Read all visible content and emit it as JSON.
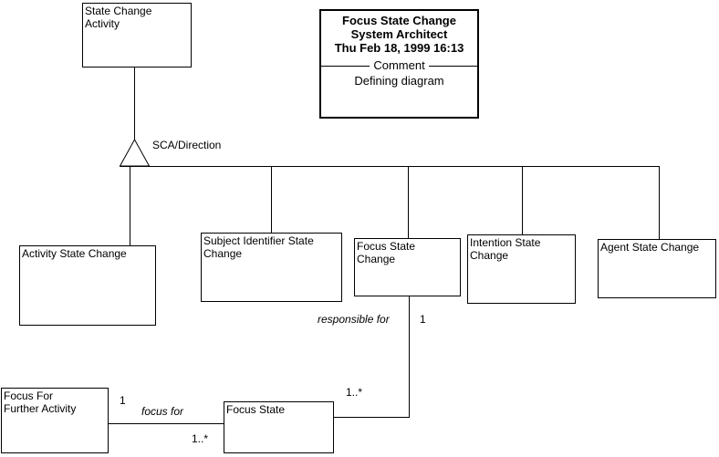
{
  "title_box": {
    "lines": [
      "Focus State Change",
      "System Architect",
      "Thu Feb 18, 1999  16:13"
    ],
    "separator_label": "Comment",
    "description": "Defining diagram"
  },
  "nodes": {
    "state_change_activity": {
      "label": "State Change Activity",
      "lines": [
        "State Change",
        "Activity"
      ]
    },
    "activity_state_change": {
      "label": "Activity State Change",
      "lines": [
        "Activity State Change"
      ]
    },
    "subject_identifier_state_change": {
      "label": "Subject Identifier State Change",
      "lines": [
        "Subject Identifier State",
        "Change"
      ]
    },
    "focus_state_change": {
      "label": "Focus State Change",
      "lines": [
        "Focus State",
        "Change"
      ]
    },
    "intention_state_change": {
      "label": "Intention State Change",
      "lines": [
        "Intention State",
        "Change"
      ]
    },
    "agent_state_change": {
      "label": "Agent State Change",
      "lines": [
        "Agent State Change"
      ]
    },
    "focus_for_further_activity": {
      "label": "Focus For Further Activity",
      "lines": [
        "Focus For",
        "Further Activity"
      ]
    },
    "focus_state": {
      "label": "Focus State",
      "lines": [
        "Focus State"
      ]
    }
  },
  "edge_labels": {
    "generalization": "SCA/Direction",
    "responsible_for": {
      "name": "responsible for",
      "source_mult": "1",
      "target_mult": "1..*"
    },
    "focus_for": {
      "name": "focus for",
      "source_mult": "1",
      "target_mult": "1..*"
    }
  },
  "colors": {
    "line": "#000000",
    "text": "#000000",
    "background": "#ffffff"
  }
}
